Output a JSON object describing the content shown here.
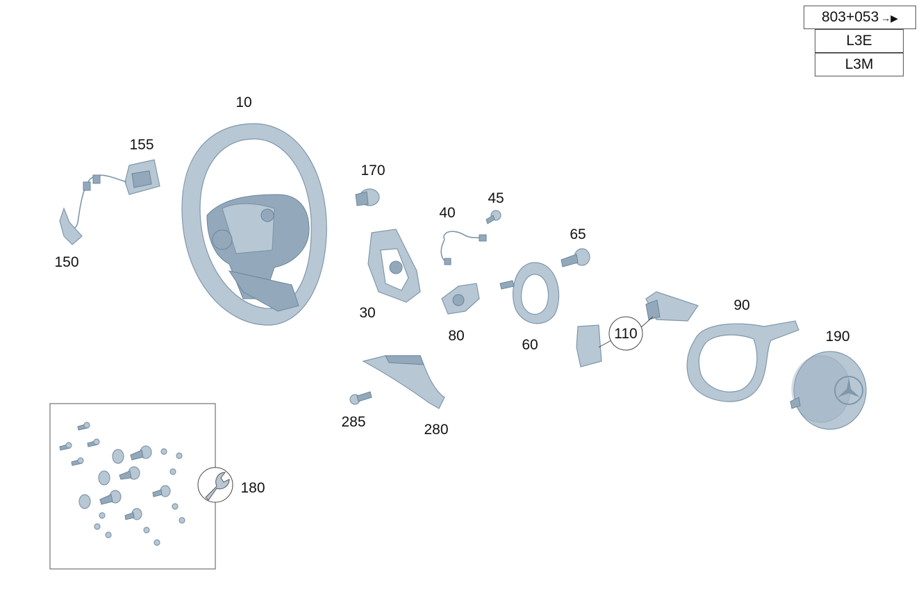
{
  "code_table": {
    "row1": "803+053",
    "row1_arrow": "→▶",
    "row2": "L3E",
    "row3": "L3M"
  },
  "labels": {
    "p10": "10",
    "p155": "155",
    "p150": "150",
    "p170": "170",
    "p40": "40",
    "p45": "45",
    "p65": "65",
    "p30": "30",
    "p80": "80",
    "p60": "60",
    "p110": "110",
    "p90": "90",
    "p190": "190",
    "p285": "285",
    "p280": "280",
    "p180": "180"
  },
  "icons": {
    "kit_icon": "wrench-icon",
    "emblem_icon": "star-emblem-icon"
  },
  "colors": {
    "part_fill": "#b7c7d4",
    "part_stroke": "#7f97aa"
  }
}
